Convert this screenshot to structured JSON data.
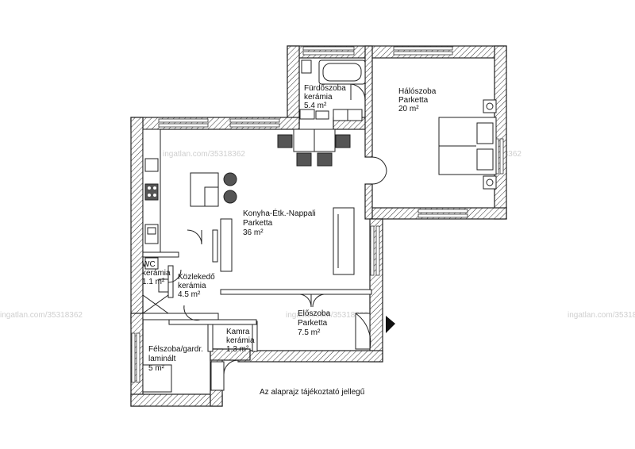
{
  "rooms": [
    {
      "id": "furdo",
      "name": "Fürdőszoba",
      "floor": "kerámia",
      "area": "5.4 m²"
    },
    {
      "id": "halo",
      "name": "Hálószoba",
      "floor": "Parketta",
      "area": "20 m²"
    },
    {
      "id": "konyha",
      "name": "Konyha-Étk.-Nappali",
      "floor": "Parketta",
      "area": "36 m²"
    },
    {
      "id": "wc",
      "name": "WC",
      "floor": "kerámia",
      "area": "1.1 m²"
    },
    {
      "id": "kozlekedo",
      "name": "Közlekedő",
      "floor": "kerámia",
      "area": "4.5 m²"
    },
    {
      "id": "eloszoba",
      "name": "Előszoba",
      "floor": "Parketta",
      "area": "7.5 m²"
    },
    {
      "id": "kamra",
      "name": "Kamra",
      "floor": "kerámia",
      "area": "1.3 m²"
    },
    {
      "id": "felszoba",
      "name": "Félszoba/gardr.",
      "floor": "laminált",
      "area": "5 m²"
    }
  ],
  "note": "Az alaprajz tájékoztató jellegű",
  "watermark": "ingatlan.com/35318362",
  "colors": {
    "wall": "#222222",
    "watermark": "#cfcfcf",
    "background": "#ffffff"
  }
}
